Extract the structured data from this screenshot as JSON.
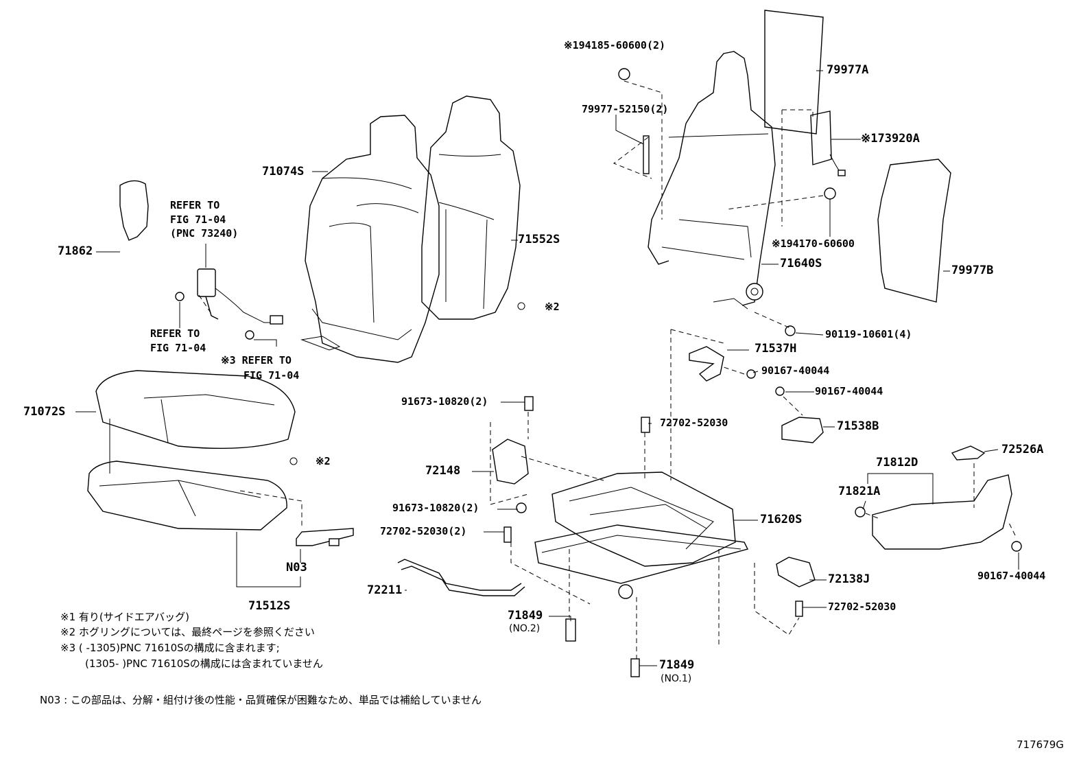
{
  "labels": {
    "l_94185": "※194185-60600(2)",
    "l_79977A": "79977A",
    "l_79977_52150": "79977-52150(2)",
    "l_73920A": "※173920A",
    "l_71074S": "71074S",
    "l_refer1_a": "REFER TO",
    "l_refer1_b": "FIG 71-04",
    "l_refer1_c": "(PNC 73240)",
    "l_71862": "71862",
    "l_71552S": "71552S",
    "l_94170": "※194170-60600",
    "l_79977B": "79977B",
    "l_71640S": "71640S",
    "l_ring2_a": "※2",
    "l_refer2_a": "REFER TO",
    "l_refer2_b": "FIG 71-04",
    "l_90119": "90119-10601(4)",
    "l_refer3_a": "※3 REFER TO",
    "l_refer3_b": "FIG 71-04",
    "l_71537H": "71537H",
    "l_90167_a": "90167-40044",
    "l_90167_b": "90167-40044",
    "l_71072S": "71072S",
    "l_91673_a": "91673-10820(2)",
    "l_72702_a": "72702-52030",
    "l_71538B": "71538B",
    "l_72526A": "72526A",
    "l_71812D": "71812D",
    "l_ring2_b": "※2",
    "l_72148": "72148",
    "l_71821A": "71821A",
    "l_91673_b": "91673-10820(2)",
    "l_71620S": "71620S",
    "l_72702_b": "72702-52030(2)",
    "l_90167_c": "90167-40044",
    "l_N03": "N03",
    "l_72138J": "72138J",
    "l_72211": "72211",
    "l_72702_c": "72702-52030",
    "l_71512S": "71512S",
    "l_71849_2": "71849",
    "l_no2": "(NO.2)",
    "l_71849_1": "71849",
    "l_no1": "(NO.1)"
  },
  "notes": {
    "n1": "※1 有り(サイドエアバッグ)",
    "n2": "※2 ホグリングについては、最終ページを参照ください",
    "n3a": "※3 (       -1305)PNC 71610Sの構成に含まれます;",
    "n3b": "(1305-       )PNC 71610Sの構成には含まれていません",
    "n03": "N03 : この部品は、分解・組付け後の性能・品質確保が困難なため、単品では補給していません"
  },
  "figure_id": "717679G"
}
